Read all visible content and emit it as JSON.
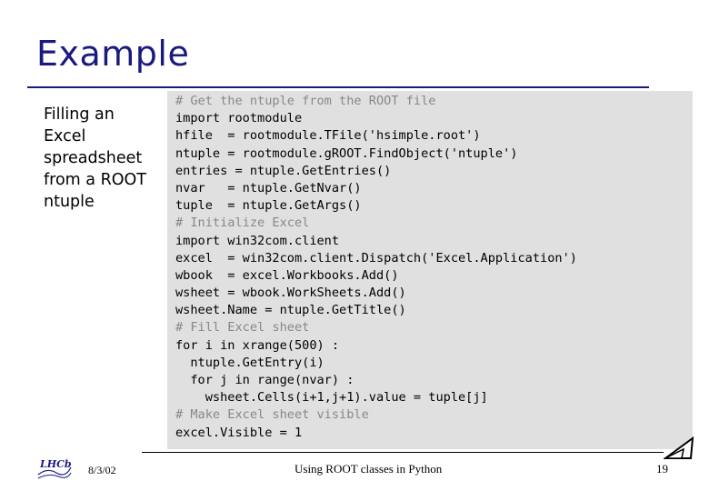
{
  "slide": {
    "title": "Example",
    "caption_lines": [
      "Filling an",
      "Excel",
      "spreadsheet",
      "from a ROOT",
      "ntuple"
    ]
  },
  "code": {
    "lines": [
      {
        "text": "# Get the ntuple from the ROOT file",
        "kind": "comment"
      },
      {
        "text": "import rootmodule",
        "kind": "code"
      },
      {
        "text": "hfile  = rootmodule.TFile('hsimple.root')",
        "kind": "code"
      },
      {
        "text": "ntuple = rootmodule.gROOT.FindObject('ntuple')",
        "kind": "code"
      },
      {
        "text": "entries = ntuple.GetEntries()",
        "kind": "code"
      },
      {
        "text": "nvar   = ntuple.GetNvar()",
        "kind": "code"
      },
      {
        "text": "tuple  = ntuple.GetArgs()",
        "kind": "code"
      },
      {
        "text": "# Initialize Excel",
        "kind": "comment"
      },
      {
        "text": "import win32com.client",
        "kind": "code"
      },
      {
        "text": "excel  = win32com.client.Dispatch('Excel.Application')",
        "kind": "code"
      },
      {
        "text": "wbook  = excel.Workbooks.Add()",
        "kind": "code"
      },
      {
        "text": "wsheet = wbook.WorkSheets.Add()",
        "kind": "code"
      },
      {
        "text": "wsheet.Name = ntuple.GetTitle()",
        "kind": "code"
      },
      {
        "text": "# Fill Excel sheet",
        "kind": "comment"
      },
      {
        "text": "for i in xrange(500) :",
        "kind": "code"
      },
      {
        "text": "  ntuple.GetEntry(i)",
        "kind": "code"
      },
      {
        "text": "  for j in range(nvar) :",
        "kind": "code"
      },
      {
        "text": "    wsheet.Cells(i+1,j+1).value = tuple[j]",
        "kind": "code"
      },
      {
        "text": "# Make Excel sheet visible",
        "kind": "comment"
      },
      {
        "text": "excel.Visible = 1",
        "kind": "code"
      }
    ]
  },
  "footer": {
    "date": "8/3/02",
    "title": "Using ROOT classes in Python",
    "page": "19",
    "logo_text": "LHCb"
  },
  "colors": {
    "title": "#1a1a7e",
    "code_background": "#e0e0e0",
    "comment": "#888888",
    "logo": "#1a1a7e"
  }
}
